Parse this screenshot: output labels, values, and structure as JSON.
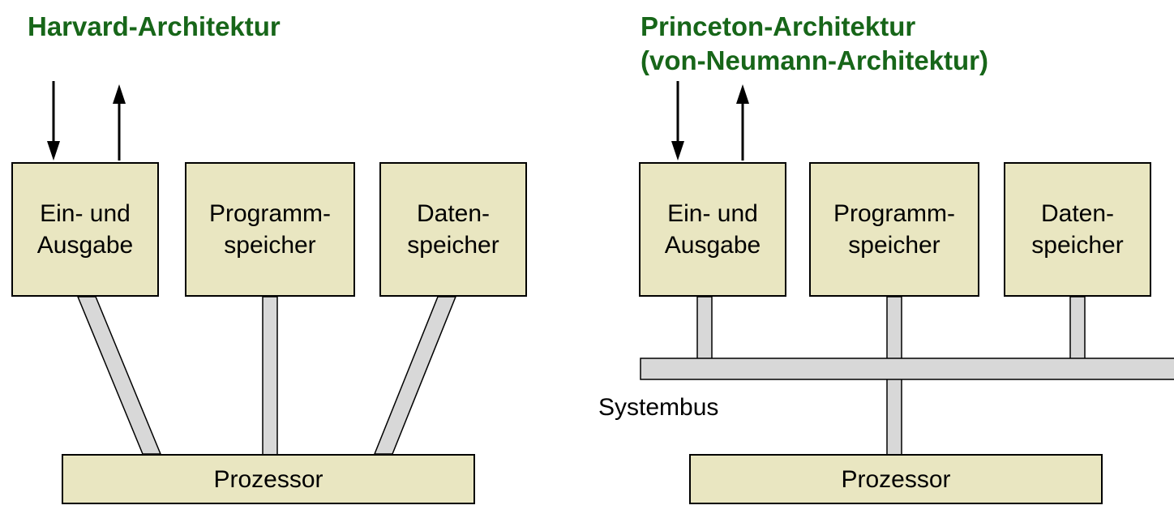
{
  "colors": {
    "title_green": "#176619",
    "box_fill": "#e9e6c1",
    "box_border": "#000000",
    "bus_fill": "#d8d8d8"
  },
  "harvard": {
    "title": "Harvard-Architektur",
    "boxes": {
      "io": "Ein- und\nAusgabe",
      "program": "Programm-\nspeicher",
      "data": "Daten-\nspeicher",
      "processor": "Prozessor"
    }
  },
  "princeton": {
    "title_line1": "Princeton-Architektur",
    "title_line2": "(von-Neumann-Architektur)",
    "boxes": {
      "io": "Ein- und\nAusgabe",
      "program": "Programm-\nspeicher",
      "data": "Daten-\nspeicher",
      "processor": "Prozessor"
    },
    "bus_label": "Systembus"
  }
}
